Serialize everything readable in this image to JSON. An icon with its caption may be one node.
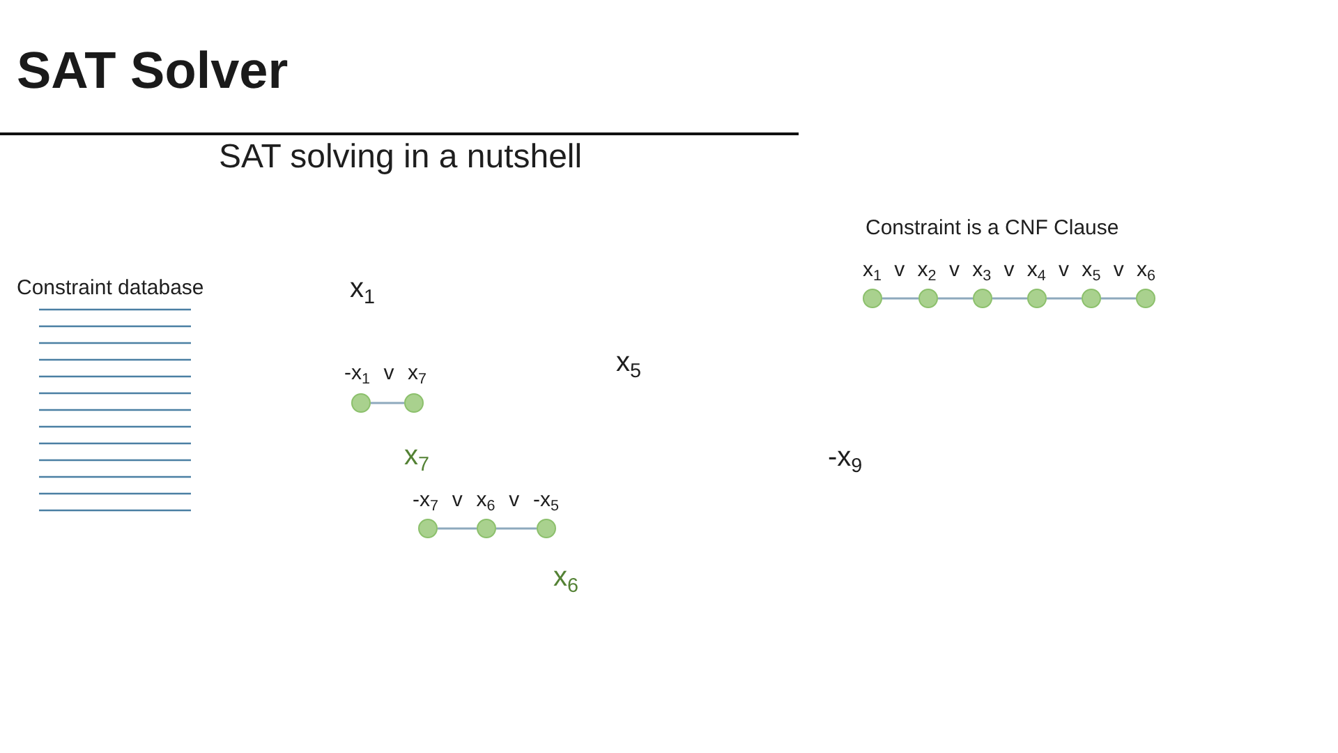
{
  "diagram": {
    "title": "SAT Solver",
    "nodes": [
      {
        "text": [],
        "shape": "circle"
      },
      {
        "text": [],
        "shape": "circle"
      },
      {
        "text": [],
        "shape": "circle"
      },
      {
        "text": [],
        "shape": "circle"
      },
      {
        "text": [],
        "shape": "circle"
      },
      {
        "text": [],
        "shape": "circle"
      },
      {
        "text": [],
        "shape": "circle"
      },
      {
        "text": [],
        "shape": "circle"
      },
      {
        "text": [],
        "shape": "circle"
      },
      {
        "text": [],
        "shape": "circle"
      },
      {
        "text": [],
        "shape": "circle"
      }
    ],
    "edges": [
      {
        "from": 0,
        "to": 1,
        "arrow": "none"
      },
      {
        "from": 1,
        "to": 2,
        "arrow": "none"
      },
      {
        "from": 2,
        "to": 3,
        "arrow": "none"
      },
      {
        "from": 3,
        "to": 4,
        "arrow": "none"
      },
      {
        "from": 4,
        "to": 5,
        "arrow": "none"
      },
      {
        "from": 6,
        "to": 7,
        "arrow": "none"
      },
      {
        "from": 8,
        "to": 9,
        "arrow": "none"
      },
      {
        "from": 9,
        "to": 10,
        "arrow": "none"
      }
    ],
    "labels": [
      "SAT solving in a nutshell",
      "Constraint is a CNF Clause",
      "x$_{1}$ v x$_{2}$ v x$_{3}$ v x$_{4}$ v x$_{5}$ v x$_{6}$",
      "Constraint database",
      "x$_{1}$",
      "x$_{5}$",
      "-x$_{1}$ v x$_{7}$",
      "x$_{7}$",
      "-x$_{9}$",
      "-x$_{7}$ v x$_{6}$ v -x$_{5}$",
      "x$_{6}$"
    ]
  }
}
